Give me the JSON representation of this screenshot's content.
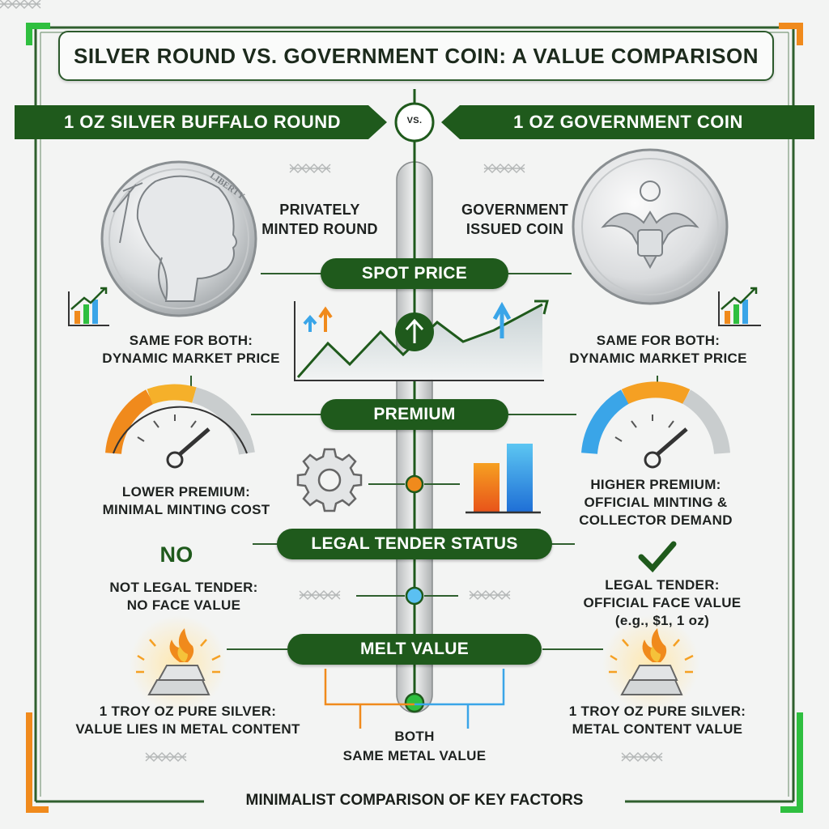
{
  "title": "SILVER ROUND VS. GOVERNMENT COIN: A VALUE COMPARISON",
  "left_header": "1 OZ SILVER BUFFALO ROUND",
  "vs_label": "VS.",
  "right_header": "1 OZ GOVERNMENT COIN",
  "left_coin_caption": [
    "PRIVATELY",
    "MINTED ROUND"
  ],
  "left_coin_legend": "LIBERTY",
  "right_coin_caption": [
    "GOVERNMENT",
    "ISSUED COIN"
  ],
  "sections": {
    "spot": {
      "label": "SPOT PRICE",
      "left": [
        "SAME FOR BOTH:",
        "DYNAMIC MARKET PRICE"
      ],
      "right": [
        "SAME FOR BOTH:",
        "DYNAMIC MARKET PRICE"
      ]
    },
    "premium": {
      "label": "PREMIUM",
      "left": [
        "LOWER PREMIUM:",
        "MINIMAL MINTING COST"
      ],
      "right": [
        "HIGHER PREMIUM:",
        "OFFICIAL MINTING &",
        "COLLECTOR DEMAND"
      ]
    },
    "legal": {
      "label": "LEGAL TENDER STATUS",
      "left_mark": "NO",
      "left": [
        "NOT LEGAL TENDER:",
        "NO FACE VALUE"
      ],
      "right": [
        "LEGAL TENDER:",
        "OFFICIAL FACE VALUE",
        "(e.g., $1, 1 oz)"
      ]
    },
    "melt": {
      "label": "MELT VALUE",
      "left": [
        "1 TROY OZ PURE SILVER:",
        "VALUE LIES IN METAL CONTENT"
      ],
      "right": [
        "1 TROY OZ PURE SILVER:",
        "METAL CONTENT VALUE"
      ],
      "center": [
        "BOTH",
        "SAME METAL VALUE"
      ]
    }
  },
  "footer": "MINIMALIST COMPARISON OF KEY FACTORS",
  "colors": {
    "dark_green": "#1f5a1c",
    "orange": "#f08a1c",
    "blue": "#3aa5e8",
    "bright_green": "#2fbf3f"
  },
  "icons": [
    "silver-buffalo-round",
    "government-eagle-coin",
    "growth-chart-icon",
    "up-arrow-icon",
    "gauge-icon",
    "gear-icon",
    "bar-chart-icon",
    "checkmark-icon",
    "silver-bar-fire-icon"
  ]
}
